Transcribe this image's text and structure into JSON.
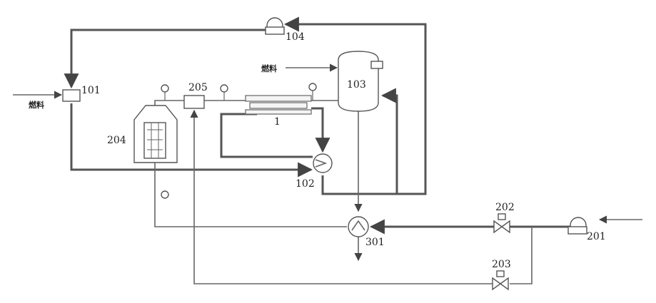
{
  "diagram": {
    "fuel_label_left": "燃料",
    "fuel_label_top": "燃料",
    "units": {
      "u101": "101",
      "u102": "102",
      "u103": "103",
      "u104": "104",
      "u1": "1",
      "u201": "201",
      "u202": "202",
      "u203": "203",
      "u204": "204",
      "u205": "205",
      "u301": "301"
    }
  }
}
